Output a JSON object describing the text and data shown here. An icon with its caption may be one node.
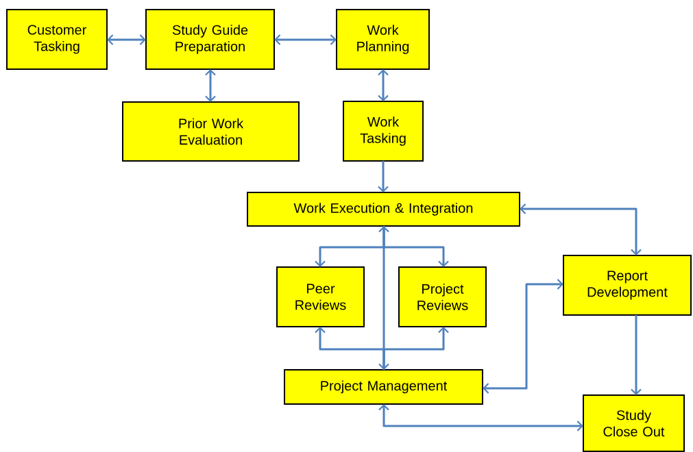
{
  "diagram": {
    "nodes": [
      {
        "text": [
          "Customer Tasking"
        ]
      },
      {
        "text": [
          "Study Guide Preparation"
        ]
      },
      {
        "text": [
          "Work Planning"
        ]
      },
      {
        "text": [
          "Prior Work Evaluation"
        ]
      },
      {
        "text": [
          "Work Tasking"
        ]
      },
      {
        "text": [
          "Work Execution & Integration"
        ]
      },
      {
        "text": [
          "Peer Reviews"
        ]
      },
      {
        "text": [
          "Project Reviews"
        ]
      },
      {
        "text": [
          "Report Development"
        ]
      },
      {
        "text": [
          "Project Management"
        ]
      },
      {
        "text": [
          "Study Close Out"
        ]
      }
    ],
    "edges": [
      {
        "from": 0,
        "to": 1,
        "arrow": "both"
      },
      {
        "from": 1,
        "to": 2,
        "arrow": "both"
      },
      {
        "from": 1,
        "to": 3,
        "arrow": "both"
      },
      {
        "from": 2,
        "to": 4,
        "arrow": "both"
      },
      {
        "from": 4,
        "to": 5,
        "arrow": "to"
      },
      {
        "from": 5,
        "to": 8,
        "arrow": "both"
      },
      {
        "from": 5,
        "to": 6,
        "arrow": "to"
      },
      {
        "from": 5,
        "to": 7,
        "arrow": "to"
      },
      {
        "from": 5,
        "to": 9,
        "arrow": "both"
      },
      {
        "from": 9,
        "to": 6,
        "arrow": "to"
      },
      {
        "from": 9,
        "to": 7,
        "arrow": "to"
      },
      {
        "from": 9,
        "to": 8,
        "arrow": "both"
      },
      {
        "from": 8,
        "to": 10,
        "arrow": "to"
      },
      {
        "from": 9,
        "to": 10,
        "arrow": "both"
      }
    ]
  }
}
